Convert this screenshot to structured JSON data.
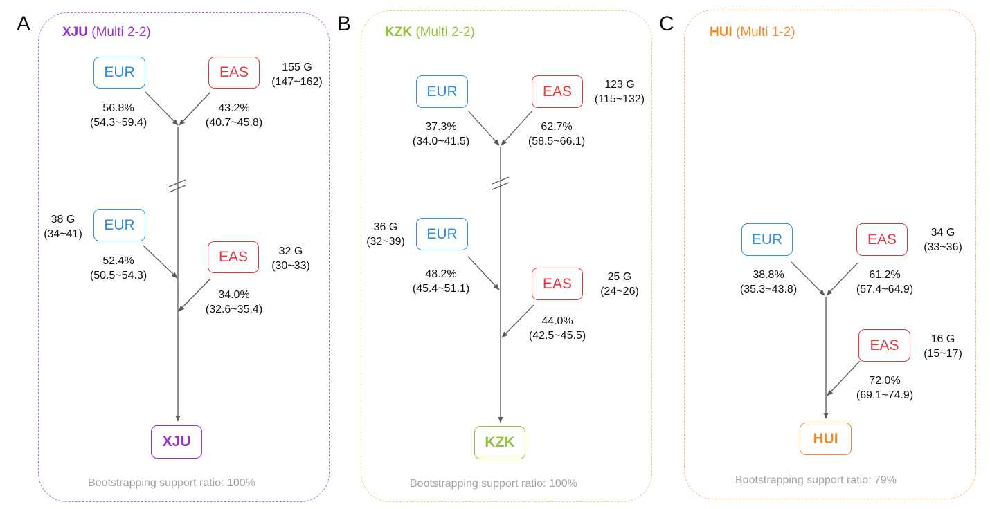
{
  "panels": [
    {
      "letter": "A",
      "title_code": "XJU",
      "title_model": "(Multi 2-2)",
      "color": "#9b30d0",
      "sources": [
        {
          "label": "EUR",
          "pop": "EUR"
        },
        {
          "label": "EAS",
          "pop": "EAS"
        },
        {
          "label": "EUR",
          "pop": "EUR"
        },
        {
          "label": "EAS",
          "pop": "EAS"
        }
      ],
      "times": [
        {
          "t": "155 G",
          "ci": "(147~162)"
        },
        {
          "t": "38 G",
          "ci": "(34~41)"
        },
        {
          "t": "32 G",
          "ci": "(30~33)"
        }
      ],
      "props": [
        {
          "p": "56.8%",
          "ci": "(54.3~59.4)"
        },
        {
          "p": "43.2%",
          "ci": "(40.7~45.8)"
        },
        {
          "p": "52.4%",
          "ci": "(50.5~54.3)"
        },
        {
          "p": "34.0%",
          "ci": "(32.6~35.4)"
        }
      ],
      "target": "XJU",
      "bootstrap": "Bootstrapping support ratio: 100%"
    },
    {
      "letter": "B",
      "title_code": "KZK",
      "title_model": "(Multi 2-2)",
      "color": "#8fc43c",
      "sources": [
        {
          "label": "EUR",
          "pop": "EUR"
        },
        {
          "label": "EAS",
          "pop": "EAS"
        },
        {
          "label": "EUR",
          "pop": "EUR"
        },
        {
          "label": "EAS",
          "pop": "EAS"
        }
      ],
      "times": [
        {
          "t": "123 G",
          "ci": "(115~132)"
        },
        {
          "t": "36 G",
          "ci": "(32~39)"
        },
        {
          "t": "25 G",
          "ci": "(24~26)"
        }
      ],
      "props": [
        {
          "p": "37.3%",
          "ci": "(34.0~41.5)"
        },
        {
          "p": "62.7%",
          "ci": "(58.5~66.1)"
        },
        {
          "p": "48.2%",
          "ci": "(45.4~51.1)"
        },
        {
          "p": "44.0%",
          "ci": "(42.5~45.5)"
        }
      ],
      "target": "KZK",
      "bootstrap": "Bootstrapping support ratio: 100%"
    },
    {
      "letter": "C",
      "title_code": "HUI",
      "title_model": "(Multi 1-2)",
      "color": "#f08a2c",
      "sources": [
        {
          "label": "EUR",
          "pop": "EUR"
        },
        {
          "label": "EAS",
          "pop": "EAS"
        },
        {
          "label": "EAS",
          "pop": "EAS"
        }
      ],
      "times": [
        {
          "t": "34 G",
          "ci": "(33~36)"
        },
        {
          "t": "16 G",
          "ci": "(15~17)"
        }
      ],
      "props": [
        {
          "p": "38.8%",
          "ci": "(35.3~43.8)"
        },
        {
          "p": "61.2%",
          "ci": "(57.4~64.9)"
        },
        {
          "p": "72.0%",
          "ci": "(69.1~74.9)"
        }
      ],
      "target": "HUI",
      "bootstrap": "Bootstrapping support ratio: 79%"
    }
  ]
}
